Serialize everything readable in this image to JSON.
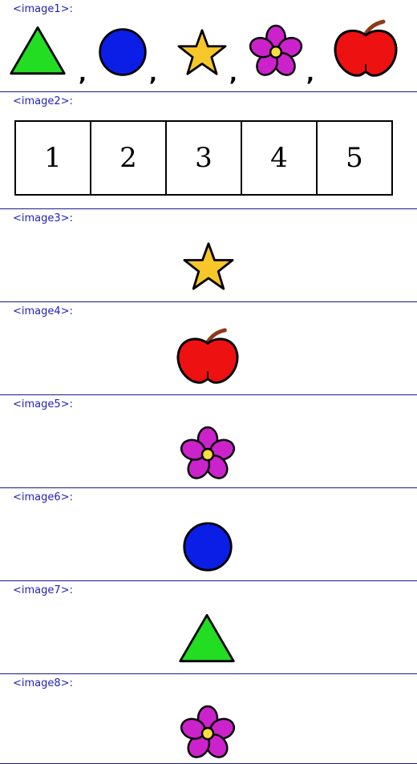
{
  "sections": [
    {
      "label": "<image1>:"
    },
    {
      "label": "<image2>:"
    },
    {
      "label": "<image3>:"
    },
    {
      "label": "<image4>:"
    },
    {
      "label": "<image5>:"
    },
    {
      "label": "<image6>:"
    },
    {
      "label": "<image7>:"
    },
    {
      "label": "<image8>:"
    }
  ],
  "image1": {
    "sequence": [
      "triangle-icon",
      "circle-icon",
      "star-icon",
      "flower-icon",
      "apple-icon"
    ],
    "separator": ","
  },
  "image2": {
    "cells": [
      "1",
      "2",
      "3",
      "4",
      "5"
    ]
  },
  "images": {
    "image3": "star-icon",
    "image4": "apple-icon",
    "image5": "flower-icon",
    "image6": "circle-icon",
    "image7": "triangle-icon",
    "image8": "flower-icon"
  },
  "colors": {
    "label": "#1f1fb8",
    "divider": "#1a1a8c",
    "triangle": "#22dd22",
    "circle": "#0a1ee6",
    "star": "#f7c72a",
    "flower": "#cc22cc",
    "flower_center": "#f5e040",
    "apple": "#ee1111",
    "stem": "#8b3a1a"
  }
}
